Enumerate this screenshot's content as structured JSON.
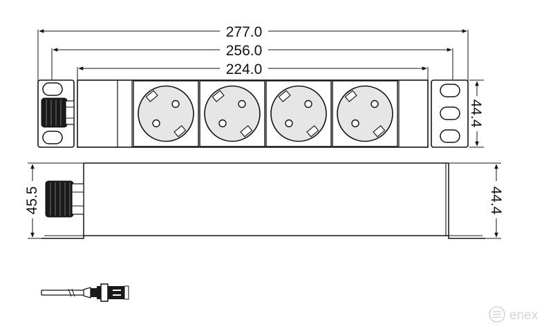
{
  "dimensions": {
    "overall_length": "277.0",
    "mounting_length": "256.0",
    "inner_length": "224.0",
    "front_height": "44.4",
    "side_height": "44.4",
    "depth_with_switch": "45.5"
  },
  "sockets": {
    "count": 4,
    "type": "schuko-socket"
  },
  "watermark": {
    "brand": "enex"
  },
  "colors": {
    "outline": "#111111",
    "socket_face": "#e6e6e6",
    "watermark": "#d5d5d5"
  }
}
